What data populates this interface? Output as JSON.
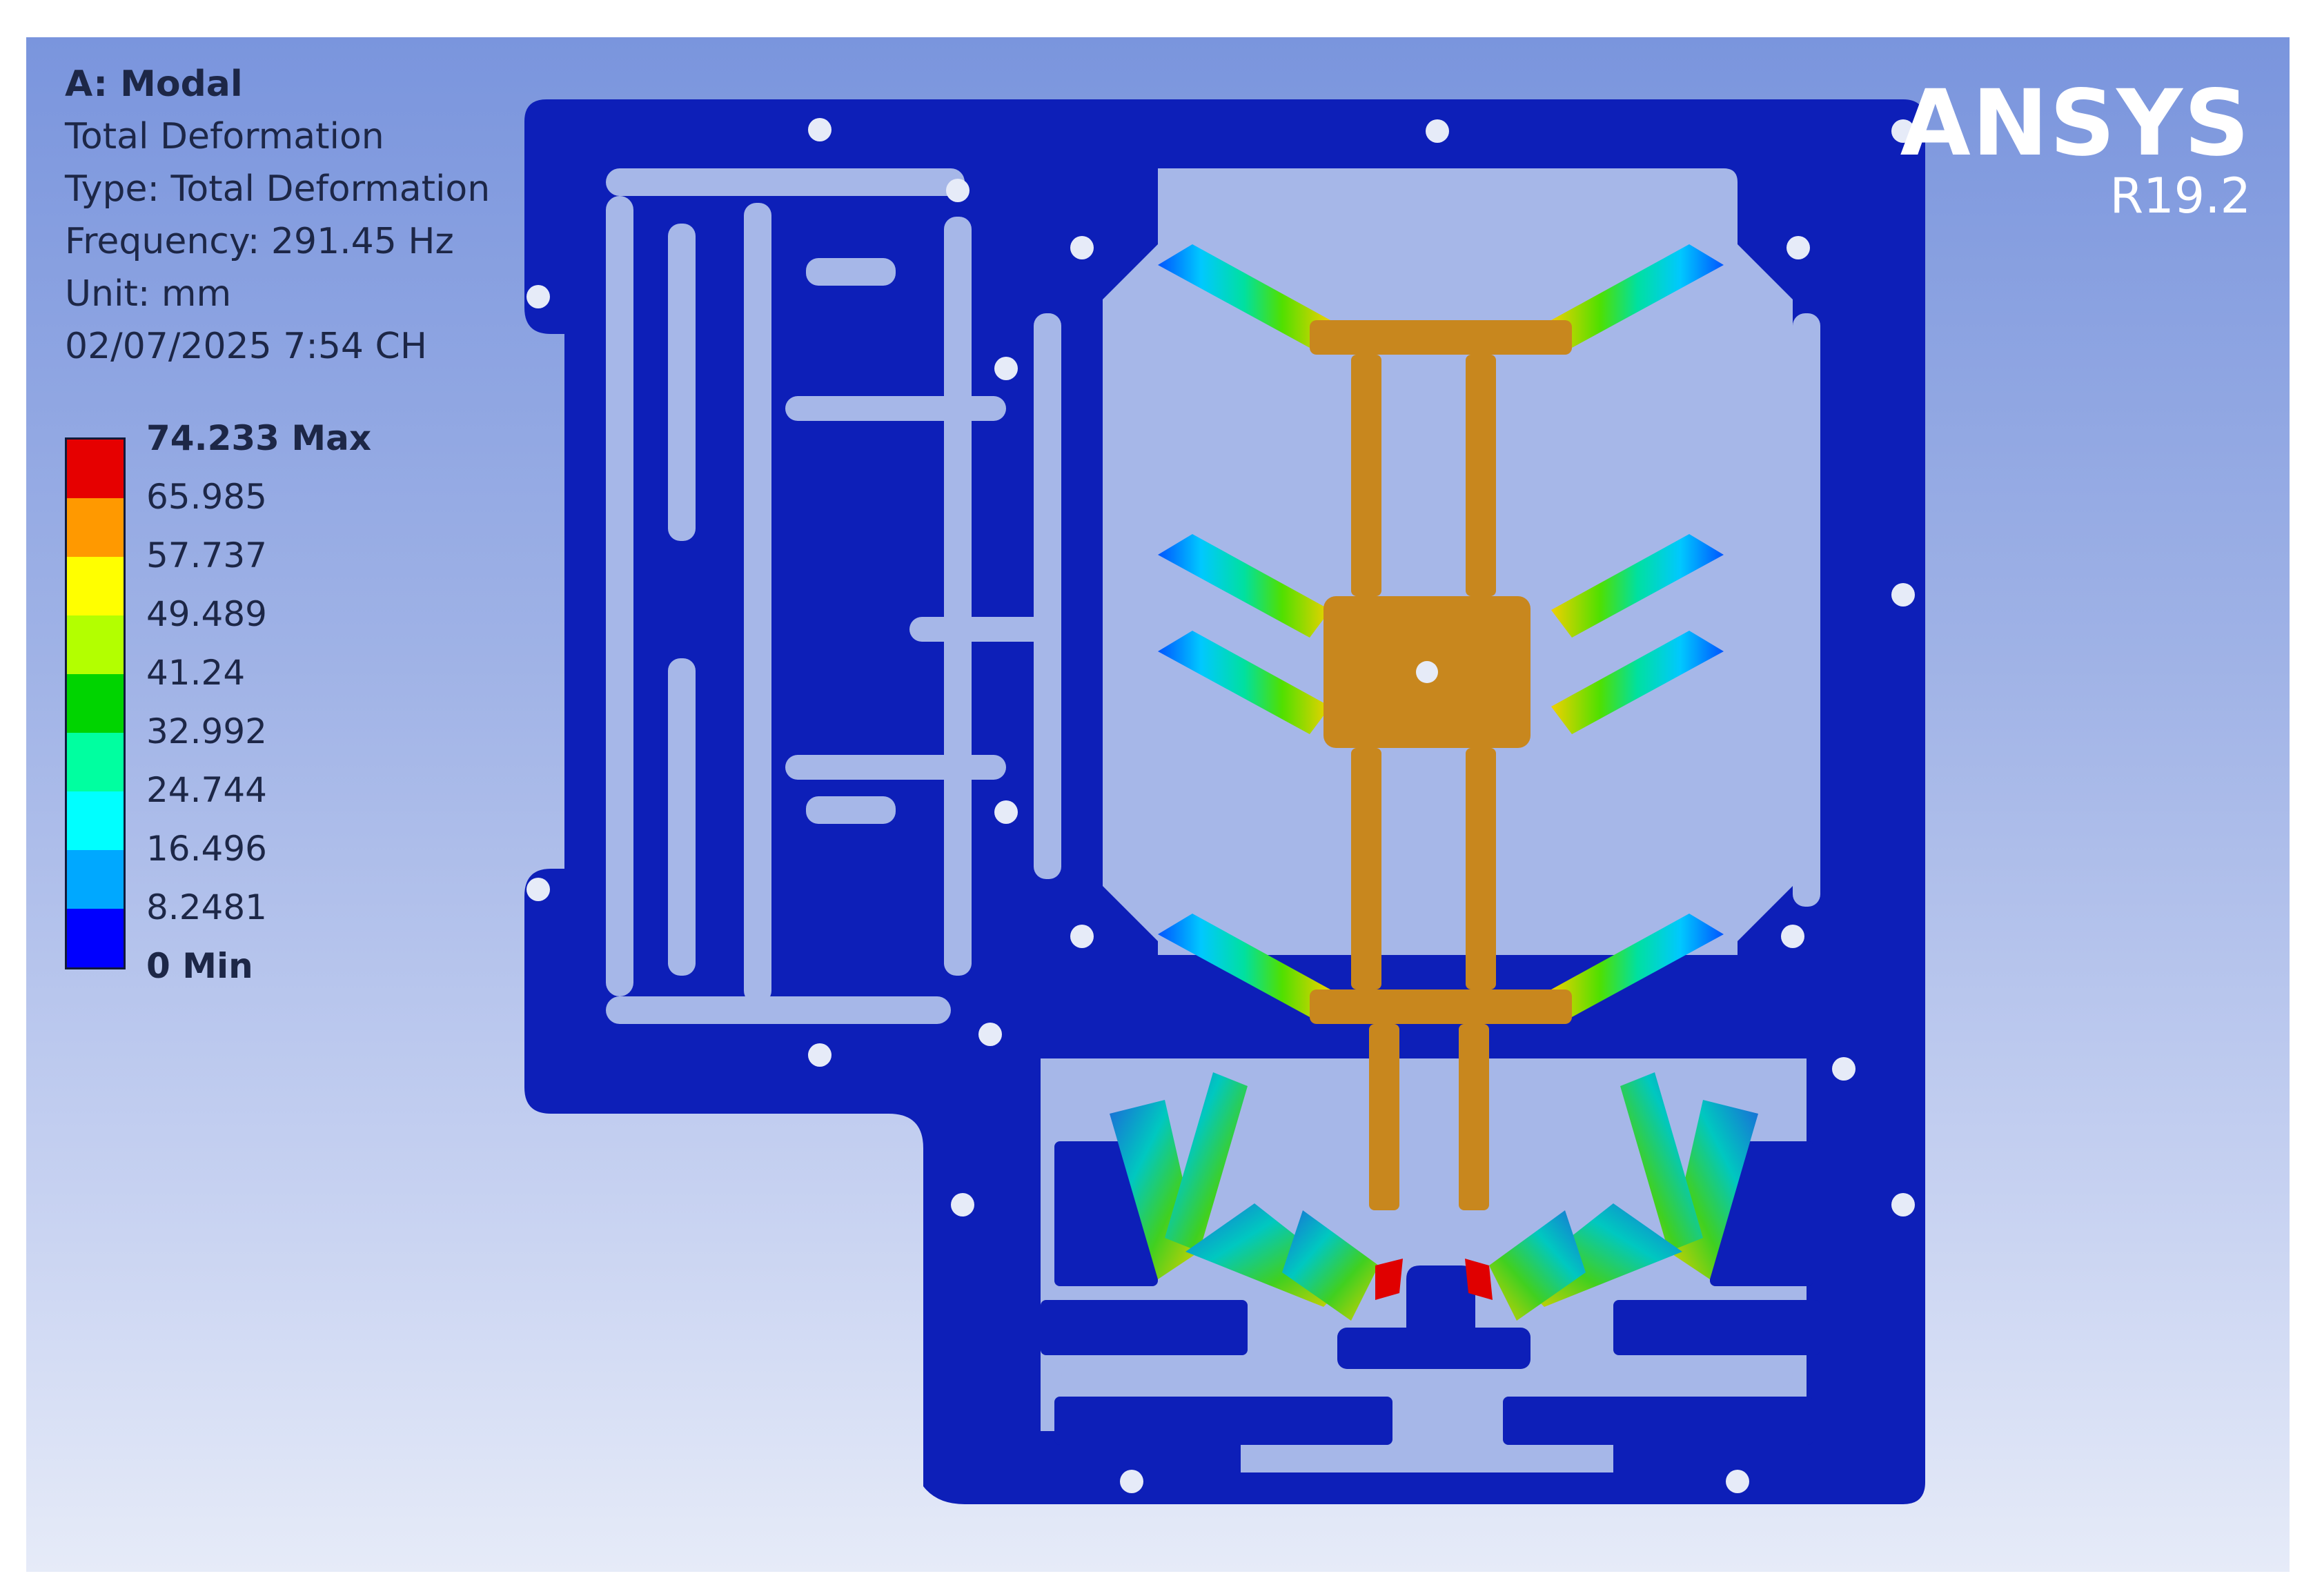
{
  "info": {
    "analysis": "A: Modal",
    "result": "Total Deformation",
    "type": "Type: Total Deformation",
    "frequency": "Frequency: 291.45 Hz",
    "unit": "Unit: mm",
    "timestamp": "02/07/2025 7:54 CH"
  },
  "legend": {
    "labels": [
      "74.233 Max",
      "65.985",
      "57.737",
      "49.489",
      "41.24",
      "32.992",
      "24.744",
      "16.496",
      "8.2481",
      "0 Min"
    ],
    "colors": [
      "#e60000",
      "#ff9900",
      "#ffff00",
      "#b3ff00",
      "#00d400",
      "#00ffa0",
      "#00ffff",
      "#00a8ff",
      "#0000ff"
    ]
  },
  "brand": {
    "name": "ANSYS",
    "version": "R19.2"
  },
  "colors": {
    "body": "#0d1fb8",
    "moving_frame": "#c8871e",
    "background_top": "#7a95dd",
    "background_bottom": "#e6ebf8"
  }
}
